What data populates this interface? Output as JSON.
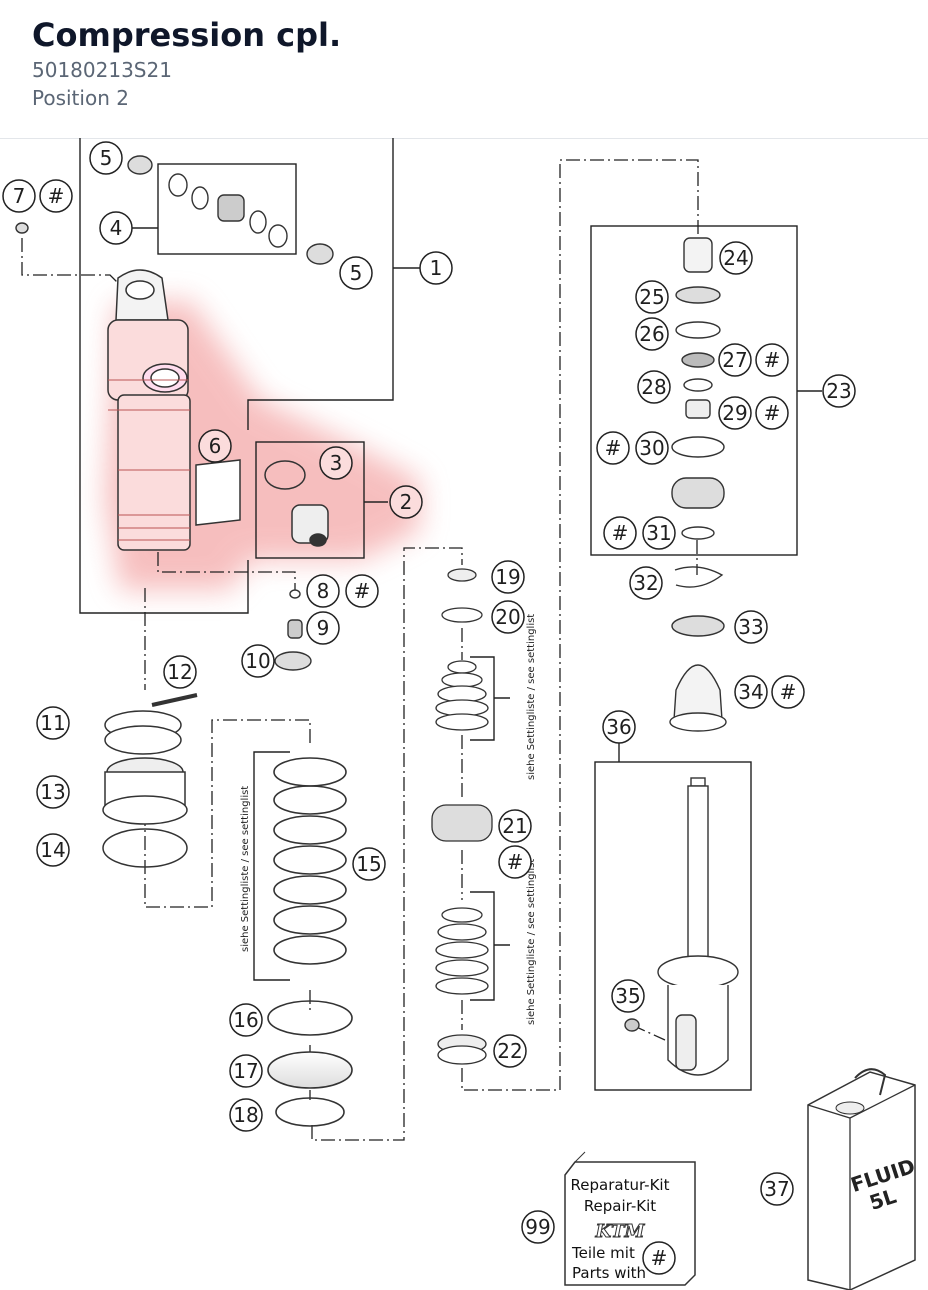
{
  "header": {
    "title": "Compression cpl.",
    "part_number": "50180213S21",
    "position": "Position 2"
  },
  "diagram": {
    "highlight_color": "#f08a8a",
    "callouts": [
      "1",
      "2",
      "3",
      "4",
      "5",
      "5",
      "6",
      "7",
      "#",
      "8",
      "#",
      "9",
      "10",
      "11",
      "12",
      "13",
      "14",
      "15",
      "16",
      "17",
      "18",
      "19",
      "20",
      "21",
      "#",
      "22",
      "23",
      "24",
      "25",
      "26",
      "27",
      "#",
      "28",
      "29",
      "#",
      "#",
      "30",
      "#",
      "31",
      "32",
      "33",
      "34",
      "#",
      "35",
      "36",
      "37",
      "99",
      "#"
    ],
    "setting_note": "siehe Settingliste / see settinglist",
    "repair_kit": {
      "line1": "Reparatur-Kit",
      "line2": "Repair-Kit",
      "line3": "Teile mit",
      "line4": "Parts with",
      "brand": "KTM"
    },
    "fluid_can": {
      "line1": "FLUID",
      "line2": "5L"
    }
  }
}
